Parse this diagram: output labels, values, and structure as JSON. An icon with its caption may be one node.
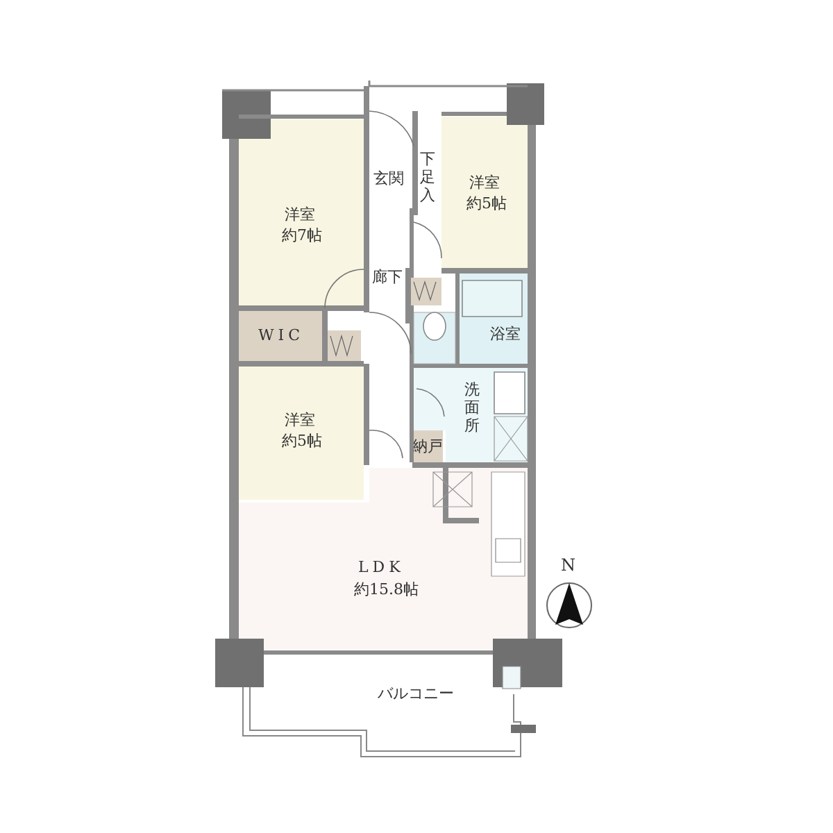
{
  "diagram": {
    "nodes": [
      {
        "text": [
          "洋室",
          "約7帖"
        ]
      },
      {
        "text": [
          "玄関"
        ]
      },
      {
        "text": [
          "下足入"
        ]
      },
      {
        "text": [
          "洋室",
          "約5帖"
        ]
      },
      {
        "text": [
          "廊下"
        ]
      },
      {
        "text": [
          "浴室"
        ]
      },
      {
        "text": [
          "WIC"
        ]
      },
      {
        "text": [
          "洗面所"
        ]
      },
      {
        "text": [
          "洋室",
          "約5帖"
        ]
      },
      {
        "text": [
          "納戸"
        ]
      },
      {
        "text": [
          "LDK",
          "約15.8帖"
        ]
      },
      {
        "text": [
          "バルコニー"
        ]
      }
    ],
    "labels": [
      "N"
    ]
  }
}
